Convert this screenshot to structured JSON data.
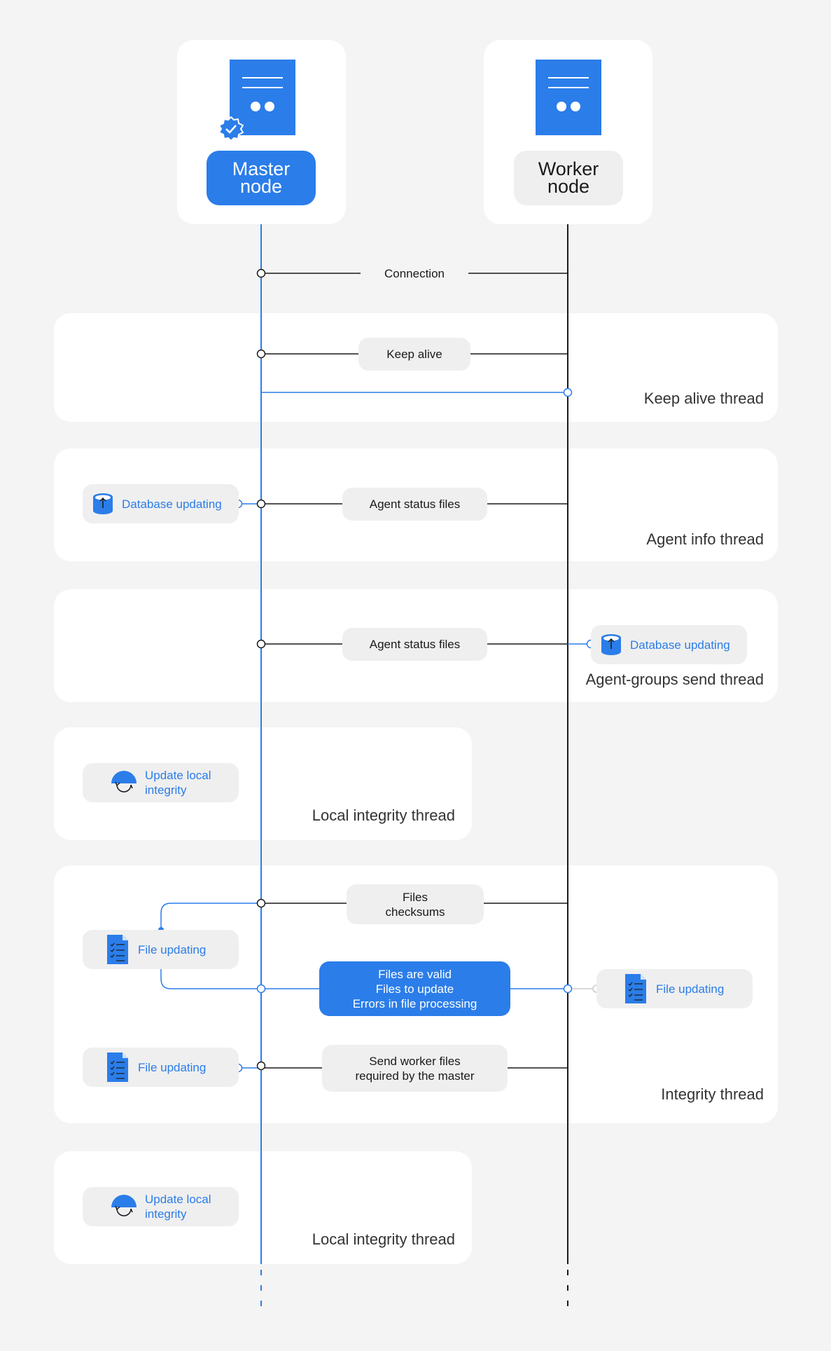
{
  "nodes": {
    "master": {
      "title": "Master\nnode"
    },
    "worker": {
      "title": "Worker\nnode"
    }
  },
  "messages": {
    "connection": "Connection",
    "keep_alive": "Keep alive",
    "agent_status_1": "Agent status files",
    "agent_status_2": "Agent status files",
    "files_checksums": "Files\nchecksums",
    "files_result": "Files are valid\nFiles to update\nErrors in file processing",
    "send_worker_files": "Send worker files\nrequired by the master"
  },
  "threads": {
    "keep_alive": "Keep alive thread",
    "agent_info": "Agent info thread",
    "agent_groups": "Agent-groups send thread",
    "local_integrity_1": "Local integrity thread",
    "integrity": "Integrity thread",
    "local_integrity_2": "Local integrity thread"
  },
  "actions": {
    "db_update_master": "Database updating",
    "db_update_worker": "Database updating",
    "update_local_1": "Update local\nintegrity",
    "file_updating_1": "File updating",
    "file_updating_worker": "File updating",
    "file_updating_2": "File updating",
    "update_local_2": "Update local\nintegrity"
  },
  "colors": {
    "accent": "#2b7de9",
    "background": "#f4f4f4",
    "card": "#ffffff",
    "pill": "#efefef",
    "dark_line": "#1a1a1a"
  },
  "icons": [
    "server-icon",
    "verified-badge-icon",
    "database-upload-icon",
    "refresh-icon",
    "file-checklist-icon"
  ]
}
